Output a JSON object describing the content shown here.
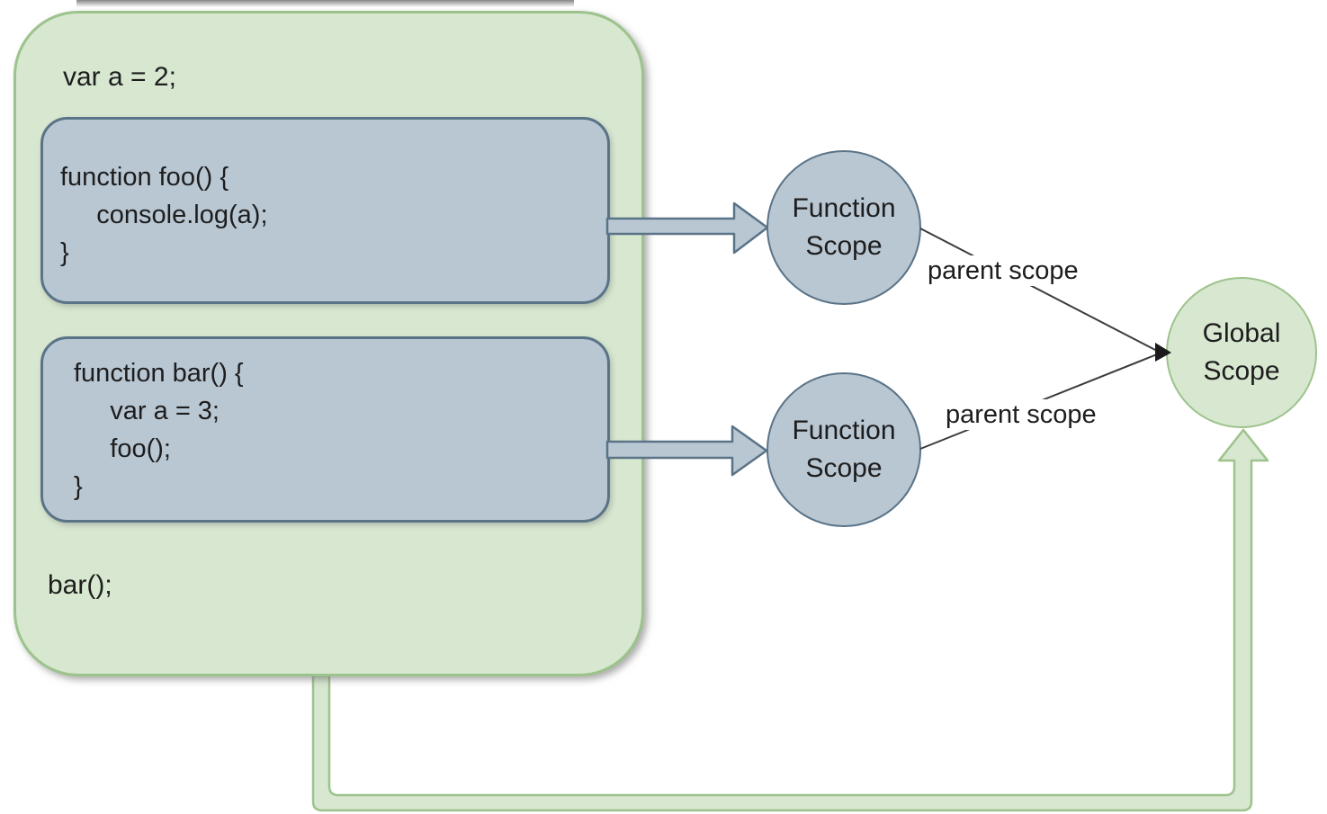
{
  "colors": {
    "background": "#ffffff",
    "green-fill": "#d7e7d0",
    "green-border": "#9dc38c",
    "blue-fill": "#b9c7d3",
    "blue-border": "#5a7387",
    "text-color": "#1d1d1d",
    "line-color": "#3c3c3c",
    "arrowhead-color": "#1a1a1a"
  },
  "global_scope_box": {
    "top_code": "var a = 2;",
    "bottom_code": "bar();"
  },
  "foo_function_box": {
    "lines": [
      "function foo() {",
      "     console.log(a);",
      "}"
    ]
  },
  "bar_function_box": {
    "lines": [
      "function bar() {",
      "     var a = 3;",
      "     foo();",
      "}"
    ]
  },
  "scope_nodes": {
    "function_scope_top": "Function\nScope",
    "function_scope_bottom": "Function\nScope",
    "global_scope": "Global\nScope"
  },
  "edge_labels": {
    "parent_scope_top": "parent scope",
    "parent_scope_bottom": "parent scope"
  }
}
